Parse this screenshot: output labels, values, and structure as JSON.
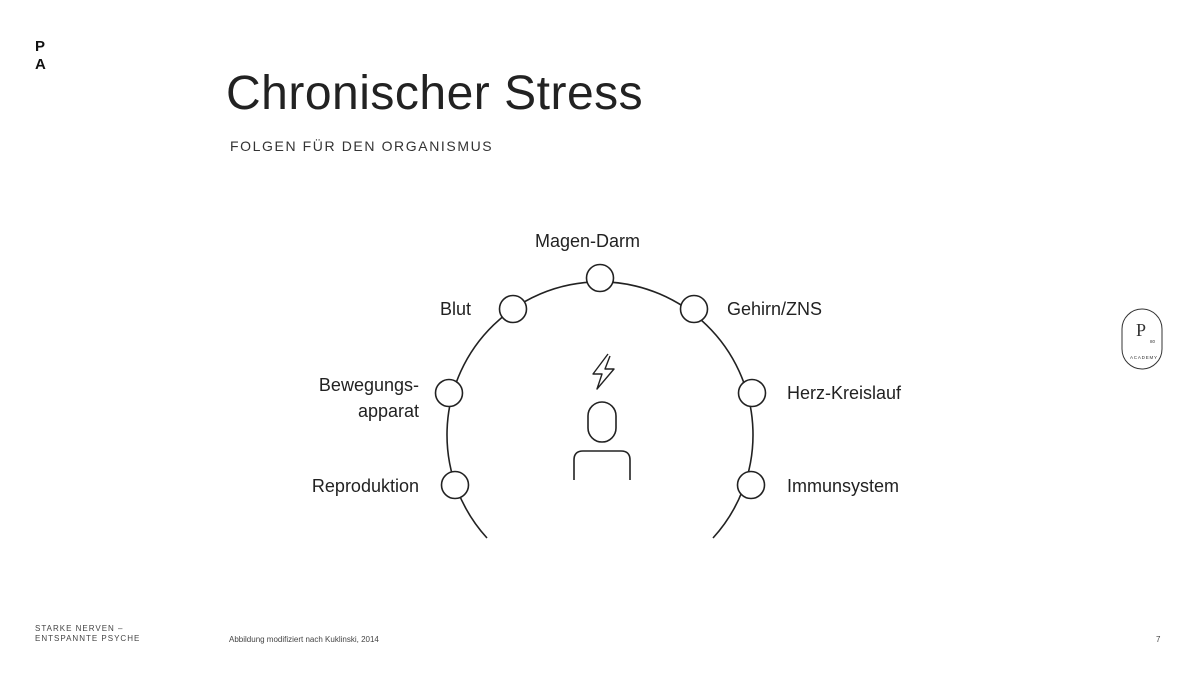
{
  "logo": {
    "line1": "P",
    "line2": "A"
  },
  "title": "Chronischer Stress",
  "subtitle": "FOLGEN FÜR DEN ORGANISMUS",
  "nodes": [
    {
      "label": "Magen-Darm"
    },
    {
      "label": "Blut"
    },
    {
      "label": "Gehirn/ZNS"
    },
    {
      "label": "Bewegungs-",
      "label2": "apparat"
    },
    {
      "label": "Herz-Kreislauf"
    },
    {
      "label": "Reproduktion"
    },
    {
      "label": "Immunsystem"
    }
  ],
  "center_icons": [
    "lightning-icon",
    "person-icon"
  ],
  "badge": {
    "letter": "P",
    "number": "80",
    "text": "ACADEMY"
  },
  "footer": {
    "line1": "STARKE NERVEN –",
    "line2": "ENTSPANNTE PSYCHE",
    "source": "Abbildung modifiziert nach Kuklinski, 2014",
    "page": "7"
  }
}
